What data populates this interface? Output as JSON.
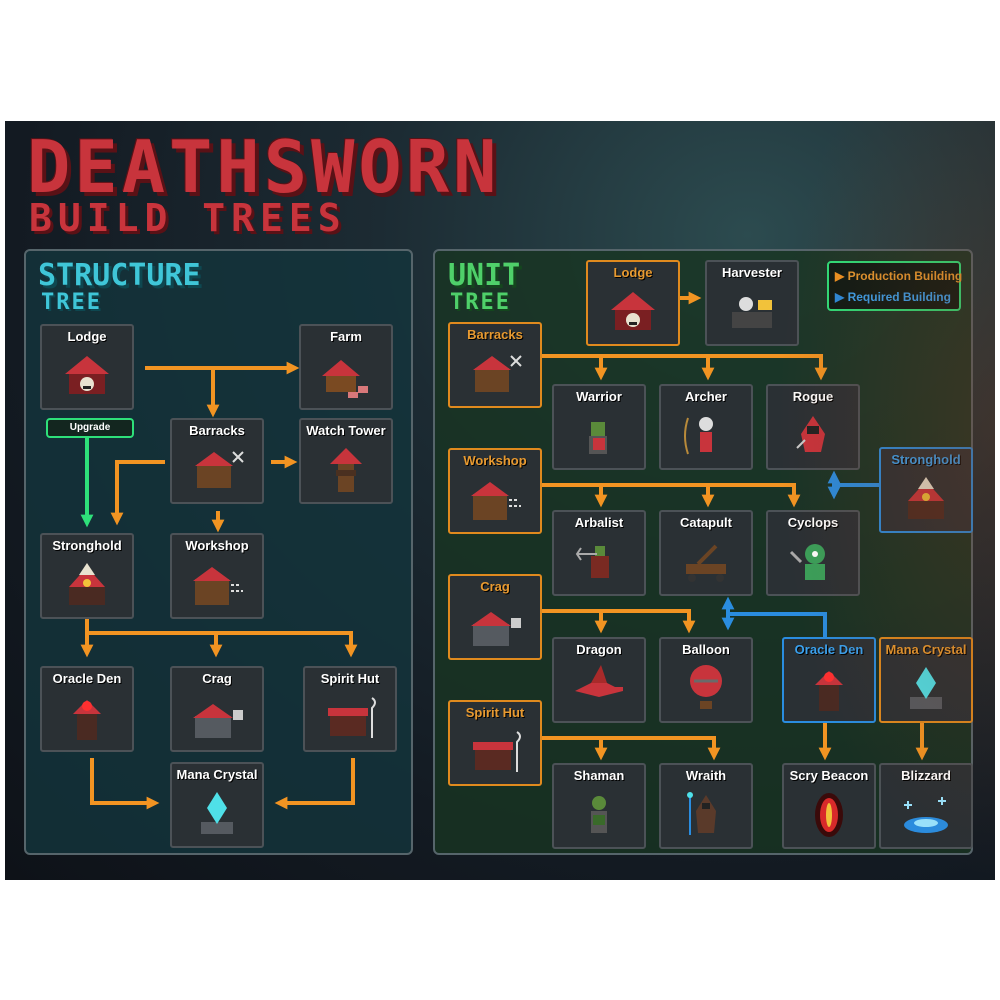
{
  "title": {
    "main": "DEATHSWORN",
    "sub": "BUILD TREES"
  },
  "structure_tree": {
    "title_line1": "STRUCTURE",
    "title_line2": "TREE",
    "upgrade_label": "Upgrade",
    "nodes": [
      {
        "id": "lodge",
        "label": "Lodge",
        "icon": "lodge-icon"
      },
      {
        "id": "farm",
        "label": "Farm",
        "icon": "farm-icon"
      },
      {
        "id": "barracks",
        "label": "Barracks",
        "icon": "barracks-icon"
      },
      {
        "id": "watch_tower",
        "label": "Watch Tower",
        "icon": "watch-tower-icon"
      },
      {
        "id": "stronghold",
        "label": "Stronghold",
        "icon": "stronghold-icon"
      },
      {
        "id": "workshop",
        "label": "Workshop",
        "icon": "workshop-icon"
      },
      {
        "id": "oracle_den",
        "label": "Oracle Den",
        "icon": "oracle-den-icon"
      },
      {
        "id": "crag",
        "label": "Crag",
        "icon": "crag-icon"
      },
      {
        "id": "spirit_hut",
        "label": "Spirit Hut",
        "icon": "spirit-hut-icon"
      },
      {
        "id": "mana_crystal",
        "label": "Mana Crystal",
        "icon": "mana-crystal-icon"
      }
    ]
  },
  "unit_tree": {
    "title_line1": "UNIT",
    "title_line2": "TREE",
    "legend": {
      "production": "Production Building",
      "required": "Required Building"
    },
    "nodes": [
      {
        "id": "u_lodge",
        "label": "Lodge",
        "kind": "production",
        "icon": "lodge-icon"
      },
      {
        "id": "harvester",
        "label": "Harvester",
        "kind": "unit",
        "icon": "harvester-icon"
      },
      {
        "id": "u_barracks",
        "label": "Barracks",
        "kind": "production",
        "icon": "barracks-icon"
      },
      {
        "id": "warrior",
        "label": "Warrior",
        "kind": "unit",
        "icon": "warrior-icon"
      },
      {
        "id": "archer",
        "label": "Archer",
        "kind": "unit",
        "icon": "archer-icon"
      },
      {
        "id": "rogue",
        "label": "Rogue",
        "kind": "unit",
        "icon": "rogue-icon"
      },
      {
        "id": "u_stronghold",
        "label": "Stronghold",
        "kind": "required",
        "icon": "stronghold-icon"
      },
      {
        "id": "u_workshop",
        "label": "Workshop",
        "kind": "production",
        "icon": "workshop-icon"
      },
      {
        "id": "arbalist",
        "label": "Arbalist",
        "kind": "unit",
        "icon": "arbalist-icon"
      },
      {
        "id": "catapult",
        "label": "Catapult",
        "kind": "unit",
        "icon": "catapult-icon"
      },
      {
        "id": "cyclops",
        "label": "Cyclops",
        "kind": "unit",
        "icon": "cyclops-icon"
      },
      {
        "id": "u_crag",
        "label": "Crag",
        "kind": "production",
        "icon": "crag-icon"
      },
      {
        "id": "dragon",
        "label": "Dragon",
        "kind": "unit",
        "icon": "dragon-icon"
      },
      {
        "id": "balloon",
        "label": "Balloon",
        "kind": "unit",
        "icon": "balloon-icon"
      },
      {
        "id": "u_oracle_den",
        "label": "Oracle Den",
        "kind": "required",
        "icon": "oracle-den-icon"
      },
      {
        "id": "u_mana_crystal",
        "label": "Mana Crystal",
        "kind": "production",
        "icon": "mana-crystal-icon"
      },
      {
        "id": "u_spirit_hut",
        "label": "Spirit Hut",
        "kind": "production",
        "icon": "spirit-hut-icon"
      },
      {
        "id": "shaman",
        "label": "Shaman",
        "kind": "unit",
        "icon": "shaman-icon"
      },
      {
        "id": "wraith",
        "label": "Wraith",
        "kind": "unit",
        "icon": "wraith-icon"
      },
      {
        "id": "scry_beacon",
        "label": "Scry Beacon",
        "kind": "unit",
        "icon": "scry-beacon-icon"
      },
      {
        "id": "blizzard",
        "label": "Blizzard",
        "kind": "unit",
        "icon": "blizzard-icon"
      }
    ]
  },
  "colors": {
    "title_red": "#c8343c",
    "structure_title": "#3fc6d8",
    "unit_title": "#4fd06a",
    "production_arrow": "#f29422",
    "required_arrow": "#2a8de0",
    "upgrade_arrow": "#2ee07a"
  }
}
